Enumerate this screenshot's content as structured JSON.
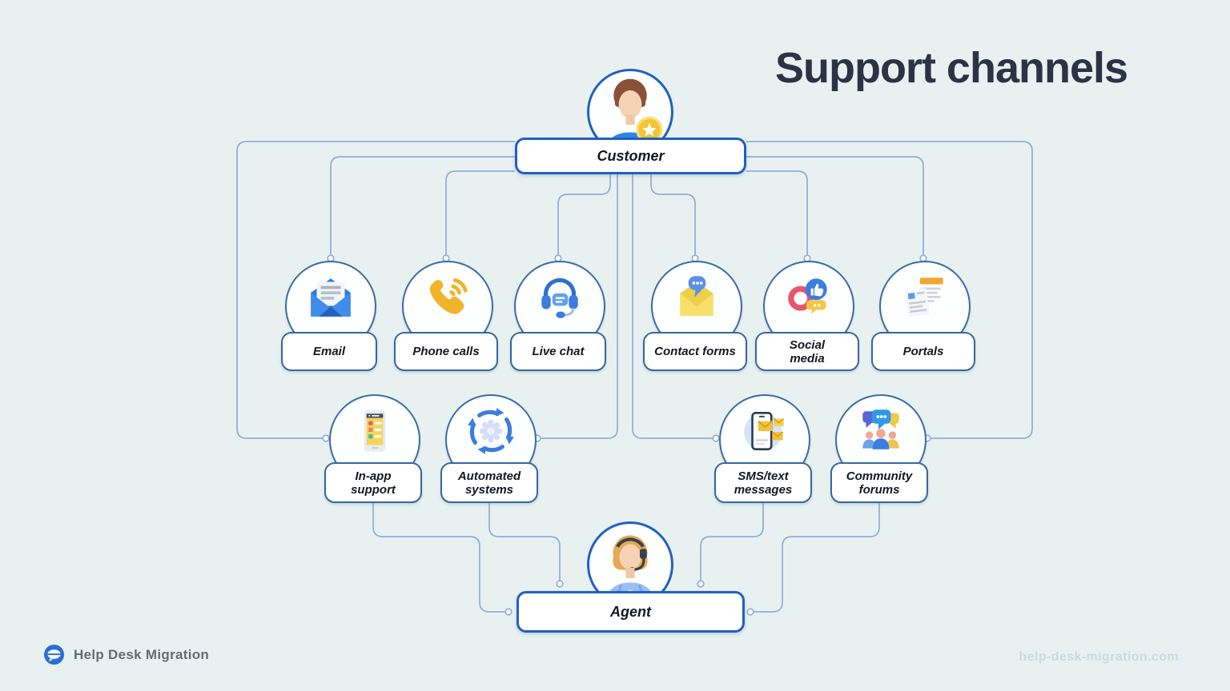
{
  "title": "Support channels",
  "actors": {
    "customer": {
      "label": "Customer",
      "icon": "customer-avatar"
    },
    "agent": {
      "label": "Agent",
      "icon": "agent-avatar"
    }
  },
  "channels": [
    {
      "label": "Email",
      "icon": "email-icon"
    },
    {
      "label": "Phone calls",
      "icon": "phone-icon"
    },
    {
      "label": "Live chat",
      "icon": "headset-chat-icon"
    },
    {
      "label": "Contact forms",
      "icon": "envelope-message-icon"
    },
    {
      "label": "Social media",
      "icon": "social-reactions-icon"
    },
    {
      "label": "Portals",
      "icon": "documents-icon"
    },
    {
      "label": "In-app support",
      "icon": "mobile-app-icon"
    },
    {
      "label": "Automated systems",
      "icon": "sync-gear-icon"
    },
    {
      "label": "SMS/text messages",
      "icon": "phone-envelopes-icon"
    },
    {
      "label": "Community forums",
      "icon": "people-bubbles-icon"
    }
  ],
  "footer": {
    "brand": "Help Desk Migration",
    "brand_icon": "help-desk-migration-logo",
    "website": "help-desk-migration.com"
  },
  "colors": {
    "background": "#e9f1f0",
    "connector": "#8cadde",
    "node_border": "#35689f",
    "actor_border": "#2160c4",
    "title_text": "#2b3346",
    "accent_yellow": "#f2c23e",
    "accent_blue": "#3b7de0",
    "accent_red": "#e8566b"
  }
}
